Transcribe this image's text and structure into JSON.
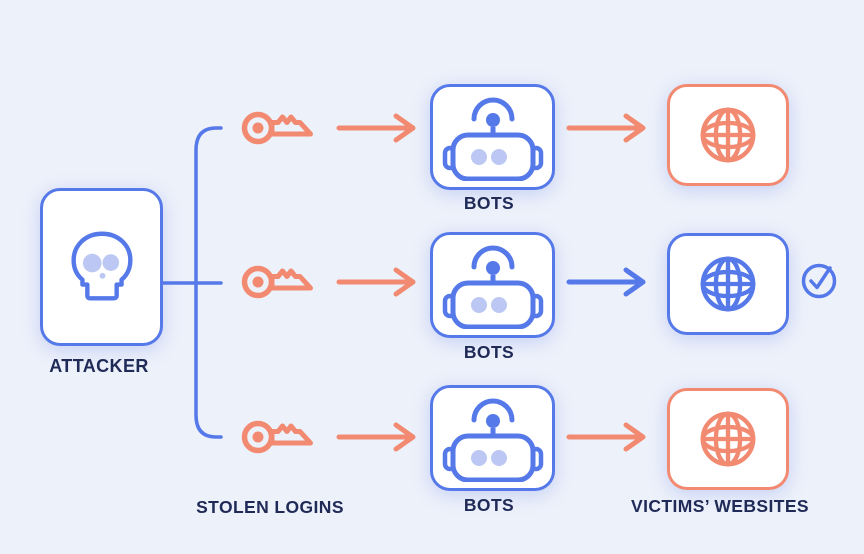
{
  "colors": {
    "background": "#EDF1FA",
    "blue": "#5679E9",
    "blue_light": "#BCC8F3",
    "salmon": "#F28A71",
    "text": "#1F2A57",
    "node_bg": "#FFFFFF"
  },
  "attacker": {
    "label": "ATTACKER",
    "icon": "skull-icon"
  },
  "stolen_logins_label": "STOLEN LOGINS",
  "victims_websites_label": "VICTIMS’ WEBSITES",
  "rows": [
    {
      "name": "top",
      "key_icon": "key-icon",
      "arrow1_color": "salmon",
      "bot_label": "BOTS",
      "arrow2_color": "salmon",
      "website_icon": "globe-icon",
      "website_color": "salmon",
      "success": false
    },
    {
      "name": "middle",
      "key_icon": "key-icon",
      "arrow1_color": "salmon",
      "bot_label": "BOTS",
      "arrow2_color": "blue",
      "website_icon": "globe-icon",
      "website_color": "blue",
      "success": true,
      "badge": "check-icon"
    },
    {
      "name": "bottom",
      "key_icon": "key-icon",
      "arrow1_color": "salmon",
      "bot_label": "BOTS",
      "arrow2_color": "salmon",
      "website_icon": "globe-icon",
      "website_color": "salmon",
      "success": false
    }
  ]
}
